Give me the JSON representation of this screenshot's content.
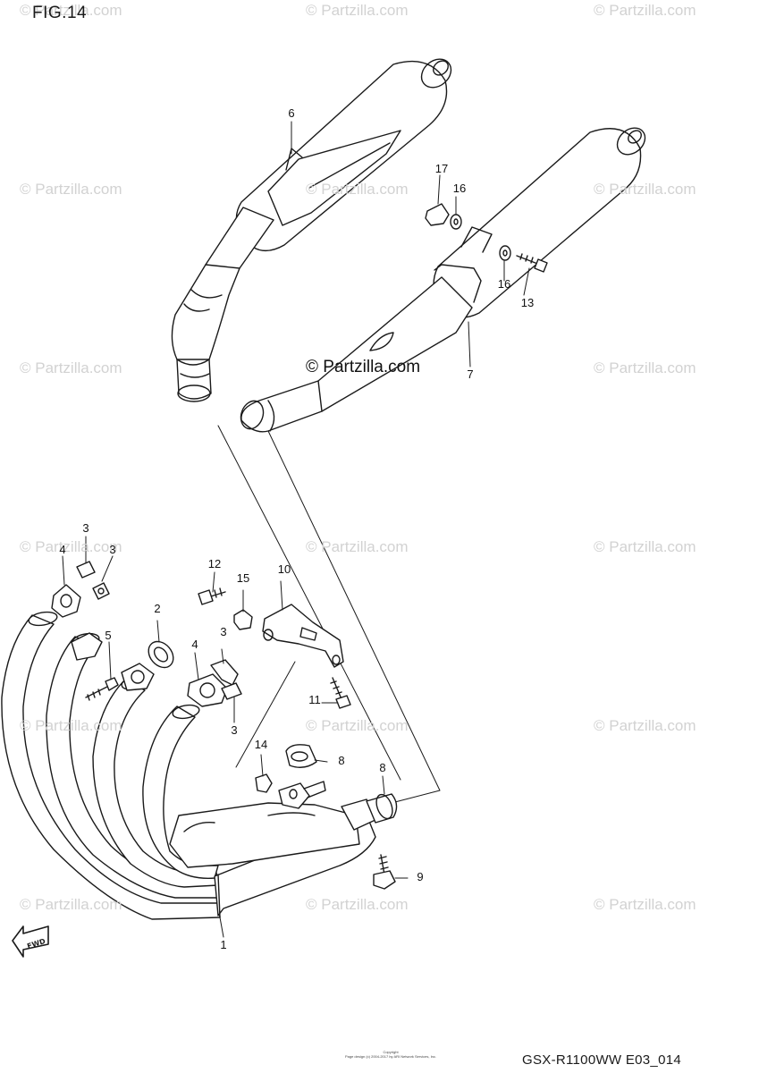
{
  "header": {
    "fig_title": "FIG.14"
  },
  "footer": {
    "model_code": "GSX-R1100WW  E03_014",
    "copyright_line1": "Copyright",
    "copyright_line2": "Page design (c) 2004-2017 by ARI Network Services, Inc."
  },
  "watermark": {
    "text": "© Partzilla.com",
    "center_text": "© Partzilla.com"
  },
  "fwd_label": "FWD",
  "callouts": {
    "c1": "1",
    "c2": "2",
    "c3a": "3",
    "c3b": "3",
    "c3c": "3",
    "c3d": "3",
    "c4a": "4",
    "c4b": "4",
    "c5": "5",
    "c6": "6",
    "c7": "7",
    "c8a": "8",
    "c8b": "8",
    "c9": "9",
    "c10": "10",
    "c11": "11",
    "c12": "12",
    "c13": "13",
    "c14": "14",
    "c15": "15",
    "c16a": "16",
    "c16b": "16",
    "c17": "17"
  },
  "colors": {
    "line": "#1a1a1a",
    "watermark": "#d2d2d2",
    "background": "#ffffff"
  }
}
